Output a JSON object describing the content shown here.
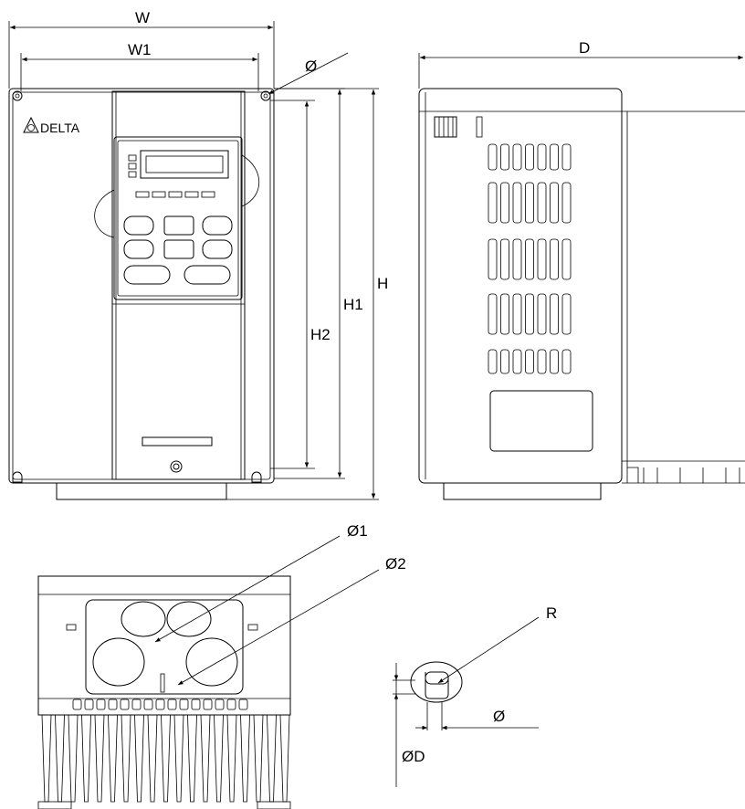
{
  "brand": {
    "logo_text": "DELTA"
  },
  "labels": {
    "W": "W",
    "W1": "W1",
    "H": "H",
    "H1": "H1",
    "H2": "H2",
    "D": "D",
    "phi_mount": "Ø",
    "phi1": "Ø1",
    "phi2": "Ø2",
    "R": "R",
    "phi_slot": "Ø",
    "phiD": "ØD"
  }
}
